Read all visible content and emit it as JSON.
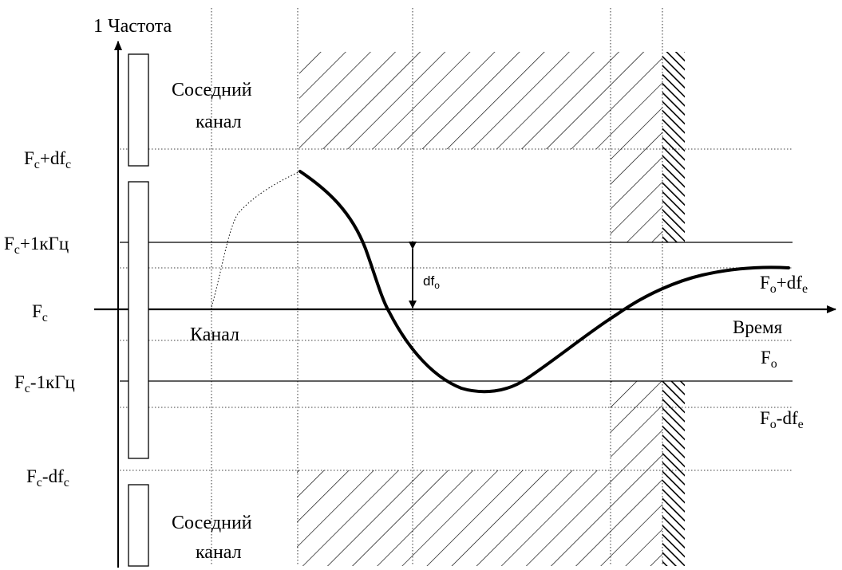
{
  "colors": {
    "ink": "#000000",
    "background": "#ffffff"
  },
  "axes": {
    "y_label": "1 Частота",
    "x_label": "Время"
  },
  "left_labels": {
    "fc_plus_dfc": {
      "base": "F",
      "sub1": "c",
      "mid": "+df",
      "sub2": "c"
    },
    "fc_plus_1khz": {
      "base": "F",
      "sub1": "c",
      "mid": "+1кГц"
    },
    "fc": {
      "base": "F",
      "sub1": "c"
    },
    "fc_minus_1khz": {
      "base": "F",
      "sub1": "c",
      "mid": "-1кГц"
    },
    "fc_minus_dfc": {
      "base": "F",
      "sub1": "c",
      "mid": "-df",
      "sub2": "c"
    }
  },
  "right_labels": {
    "fo_plus_dfe": {
      "base": "F",
      "sub1": "o",
      "mid": "+df",
      "sub2": "e"
    },
    "fo": {
      "base": "F",
      "sub1": "o"
    },
    "fo_minus_dfe": {
      "base": "F",
      "sub1": "o",
      "mid": "-df",
      "sub2": "e"
    }
  },
  "region_labels": {
    "adjacent_top_line1": "Соседний",
    "adjacent_top_line2": "канал",
    "channel": "Канал",
    "adjacent_bottom_line1": "Соседний",
    "adjacent_bottom_line2": "канал"
  },
  "offset_label": {
    "base": "df",
    "sub": "o"
  }
}
